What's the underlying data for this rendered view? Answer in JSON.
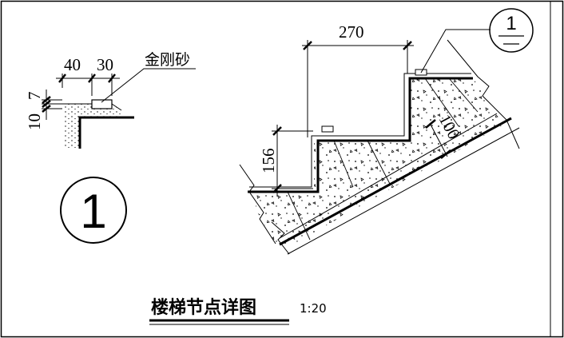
{
  "detail_left": {
    "dim_40": "40",
    "dim_30": "30",
    "dim_7": "7",
    "dim_10": "10",
    "material_label": "金刚砂"
  },
  "detail_marker": {
    "number": "1"
  },
  "stair_section": {
    "dim_tread": "270",
    "dim_riser": "156",
    "dim_slab": "100",
    "callout_number": "1"
  },
  "title": {
    "text": "楼梯节点详图",
    "scale": "1:20"
  }
}
